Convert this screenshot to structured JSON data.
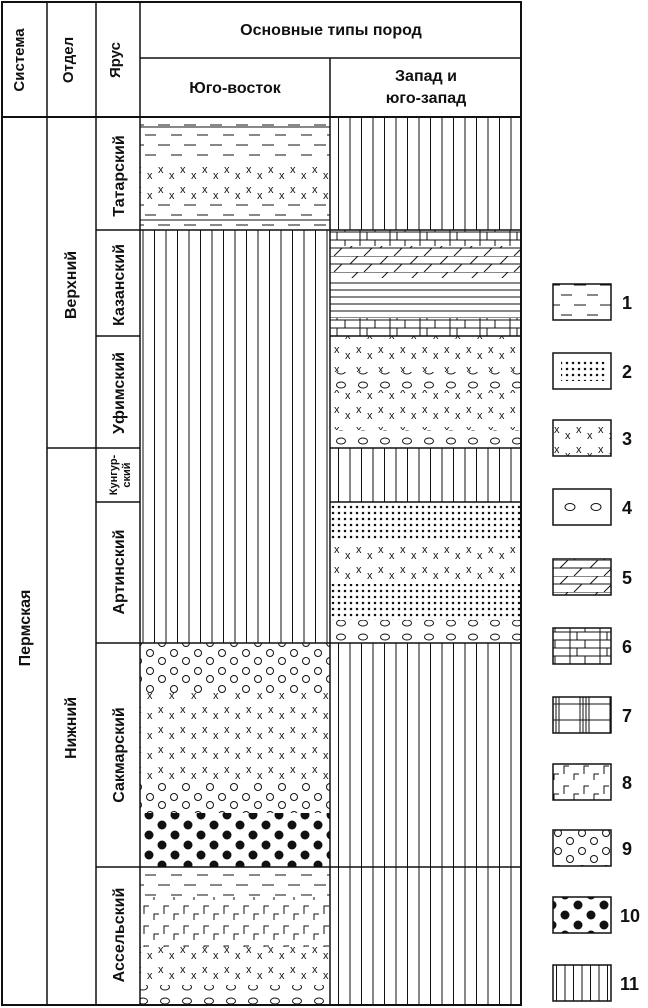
{
  "header": {
    "system": "Система",
    "department": "Отдел",
    "stage": "Ярус",
    "main": "Основные типы пород",
    "col_se": "Юго-восток",
    "col_w_line1": "Запад и",
    "col_w_line2": "юго-запад"
  },
  "system_name": "Пермская",
  "departments": [
    {
      "id": "upper",
      "name": "Верхний"
    },
    {
      "id": "lower",
      "name": "Нижний"
    }
  ],
  "stages": [
    {
      "id": "tatar",
      "name": "Татарский"
    },
    {
      "id": "kazan",
      "name": "Казанский"
    },
    {
      "id": "ufim",
      "name": "Уфимский"
    },
    {
      "id": "kungur",
      "line1": "Кунгур-",
      "line2": "ский"
    },
    {
      "id": "artin",
      "name": "Артинский"
    },
    {
      "id": "sakmar",
      "name": "Сакмарский"
    },
    {
      "id": "assel",
      "name": "Ассельский"
    }
  ],
  "legend": [
    {
      "num": "1",
      "pattern": "dash"
    },
    {
      "num": "2",
      "pattern": "dots"
    },
    {
      "num": "3",
      "pattern": "x"
    },
    {
      "num": "4",
      "pattern": "ovals"
    },
    {
      "num": "5",
      "pattern": "dolomite"
    },
    {
      "num": "6",
      "pattern": "limestone"
    },
    {
      "num": "7",
      "pattern": "limestone-dense"
    },
    {
      "num": "8",
      "pattern": "gamma"
    },
    {
      "num": "9",
      "pattern": "circles"
    },
    {
      "num": "10",
      "pattern": "filled-circles"
    },
    {
      "num": "11",
      "pattern": "vertical"
    }
  ]
}
